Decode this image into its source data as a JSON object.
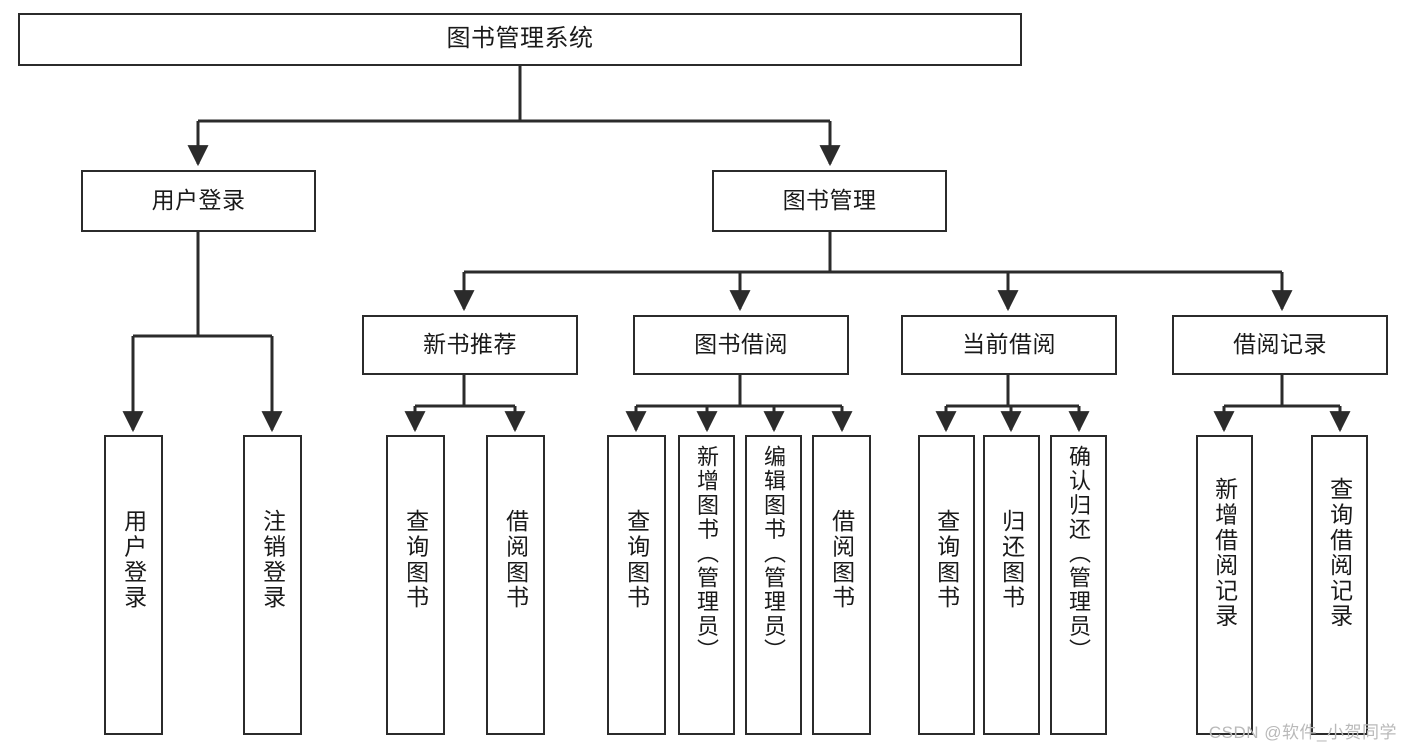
{
  "diagram": {
    "title": "图书管理系统",
    "type": "hierarchy-tree",
    "watermark": "CSDN @软件_小贺同学",
    "colors": {
      "box_border": "#2b2b2b",
      "box_fill": "#ffffff",
      "edge": "#2b2b2b",
      "text": "#1a1a1a",
      "watermark": "#b9b9b9"
    },
    "nodes": {
      "root": {
        "label": "图书管理系统",
        "level": 1
      },
      "user_login": {
        "label": "用户登录",
        "level": 2
      },
      "book_manage": {
        "label": "图书管理",
        "level": 2
      },
      "new_book_rec": {
        "label": "新书推荐",
        "level": 3
      },
      "book_borrow": {
        "label": "图书借阅",
        "level": 3
      },
      "current_borrow": {
        "label": "当前借阅",
        "level": 3
      },
      "borrow_record": {
        "label": "借阅记录",
        "level": 3
      },
      "leaf_user_login": {
        "label": "用户登录",
        "level": 4
      },
      "leaf_user_logout": {
        "label": "注销登录",
        "level": 4
      },
      "leaf_query_book_1": {
        "label": "查询图书",
        "level": 4
      },
      "leaf_borrow_book_1": {
        "label": "借阅图书",
        "level": 4
      },
      "leaf_query_book_2": {
        "label": "查询图书",
        "level": 4
      },
      "leaf_add_book": {
        "label": "新增图书（管理员）",
        "level": 4
      },
      "leaf_edit_book": {
        "label": "编辑图书（管理员）",
        "level": 4
      },
      "leaf_borrow_book_2": {
        "label": "借阅图书",
        "level": 4
      },
      "leaf_query_book_3": {
        "label": "查询图书",
        "level": 4
      },
      "leaf_return_book": {
        "label": "归还图书",
        "level": 4
      },
      "leaf_confirm_return": {
        "label": "确认归还（管理员）",
        "level": 4
      },
      "leaf_add_record": {
        "label": "新增借阅记录",
        "level": 4
      },
      "leaf_query_record": {
        "label": "查询借阅记录",
        "level": 4
      }
    },
    "edges": [
      {
        "from": "root",
        "to": "user_login"
      },
      {
        "from": "root",
        "to": "book_manage"
      },
      {
        "from": "user_login",
        "to": "leaf_user_login"
      },
      {
        "from": "user_login",
        "to": "leaf_user_logout"
      },
      {
        "from": "book_manage",
        "to": "new_book_rec"
      },
      {
        "from": "book_manage",
        "to": "book_borrow"
      },
      {
        "from": "book_manage",
        "to": "current_borrow"
      },
      {
        "from": "book_manage",
        "to": "borrow_record"
      },
      {
        "from": "new_book_rec",
        "to": "leaf_query_book_1"
      },
      {
        "from": "new_book_rec",
        "to": "leaf_borrow_book_1"
      },
      {
        "from": "book_borrow",
        "to": "leaf_query_book_2"
      },
      {
        "from": "book_borrow",
        "to": "leaf_add_book"
      },
      {
        "from": "book_borrow",
        "to": "leaf_edit_book"
      },
      {
        "from": "book_borrow",
        "to": "leaf_borrow_book_2"
      },
      {
        "from": "current_borrow",
        "to": "leaf_query_book_3"
      },
      {
        "from": "current_borrow",
        "to": "leaf_return_book"
      },
      {
        "from": "current_borrow",
        "to": "leaf_confirm_return"
      },
      {
        "from": "borrow_record",
        "to": "leaf_add_record"
      },
      {
        "from": "borrow_record",
        "to": "leaf_query_record"
      }
    ]
  }
}
